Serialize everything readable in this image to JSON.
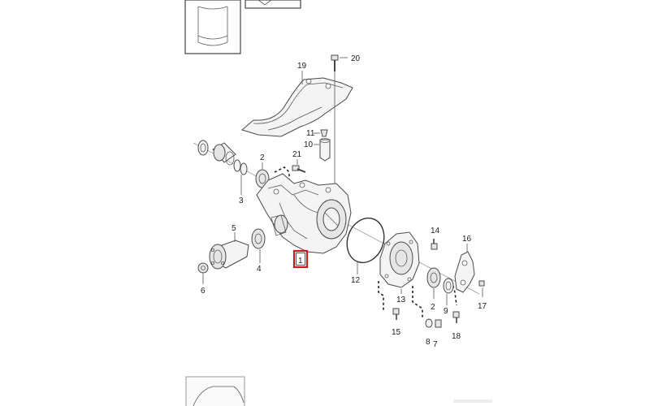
{
  "callouts": {
    "c1": "1",
    "c2a": "2",
    "c2b": "2",
    "c3": "3",
    "c4": "4",
    "c5": "5",
    "c6": "6",
    "c7": "7",
    "c8": "8",
    "c9": "9",
    "c10": "10",
    "c11": "11",
    "c12": "12",
    "c13": "13",
    "c14": "14",
    "c15": "15",
    "c16": "16",
    "c17": "17",
    "c18": "18",
    "c19": "19",
    "c20": "20",
    "c21": "21"
  },
  "colors": {
    "highlight": "#c8181e",
    "line": "#4a4a4a"
  }
}
